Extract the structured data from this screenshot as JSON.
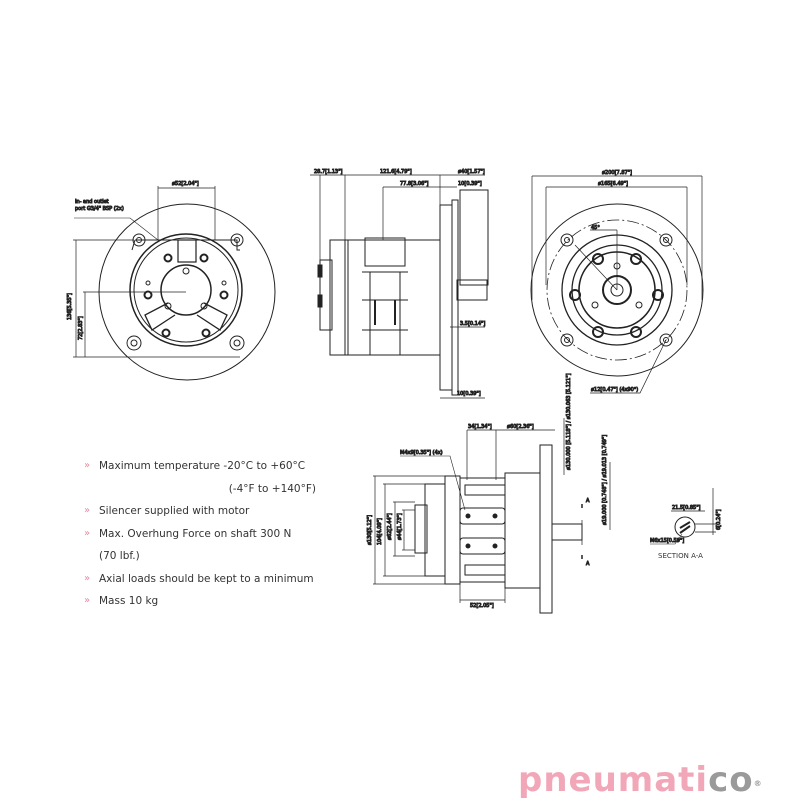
{
  "drawing": {
    "front_view_left": {
      "callout_port": [
        "In- and outlet",
        "port G3/4\" BSP (2x)"
      ],
      "dim_top": "ø52[2.04\"]",
      "dim_height_total": "136[5.35\"]",
      "dim_height_center": "72[2.83\"]"
    },
    "side_view": {
      "dim_1": "28.7[1.13\"]",
      "dim_2": "121.6[4.79\"]",
      "dim_3": "ø40[1.57\"]",
      "dim_4": "77.8[3.06\"]",
      "dim_5": "10[0.39\"]",
      "dim_6": "3.5[0.14\"]",
      "dim_7": "10[0.39\"]"
    },
    "front_view_right": {
      "dim_outer": "ø200[7.87\"]",
      "dim_bolt_circle": "ø165[6.49\"]",
      "angle": "45°",
      "holes": "ø12[0.47\"] (4x90°)"
    },
    "bottom_view": {
      "dim_top_1": "34[1.34\"]",
      "dim_top_2": "ø60[2.36\"]",
      "thread": "M4x9[0.35\"] (4x)",
      "dim_left_1": "ø130[5.12\"]",
      "dim_left_2": "104[4.09\"]",
      "dim_left_3": "ø62[2.44\"]",
      "dim_left_4": "ø44[1.73\"]",
      "dim_bottom": "52[2.05\"]",
      "dim_right_flange": "ø130.000 [5.118\"] / ø130.063 [5.121\"]",
      "dim_right_shaft": "ø19.000 [0.748\"] / ø19.013 [0.749\"]",
      "section_mark": "A"
    },
    "section_aa": {
      "title": "SECTION A-A",
      "dim_key": "21.5[0.85\"]",
      "dim_width": "6[0.24\"]",
      "thread": "M6x15[0.59\"]"
    }
  },
  "specs": {
    "items": [
      {
        "text": "Maximum temperature -20°C to +60°C",
        "cont": "(-4°F to +140°F)",
        "align": "right"
      },
      {
        "text": "Silencer supplied with motor"
      },
      {
        "text": "Max. Overhung Force on shaft 300 N",
        "cont": "(70 lbf.)",
        "align": "left"
      },
      {
        "text": "Axial loads should be kept to a minimum"
      },
      {
        "text": "Mass 10 kg"
      }
    ],
    "bullet": "»"
  },
  "logo": {
    "pink_part": "pneumati",
    "grey_part": "co",
    "registered": "®",
    "colors": {
      "pink": "#f2a7b8",
      "grey": "#9a9a9a"
    }
  }
}
